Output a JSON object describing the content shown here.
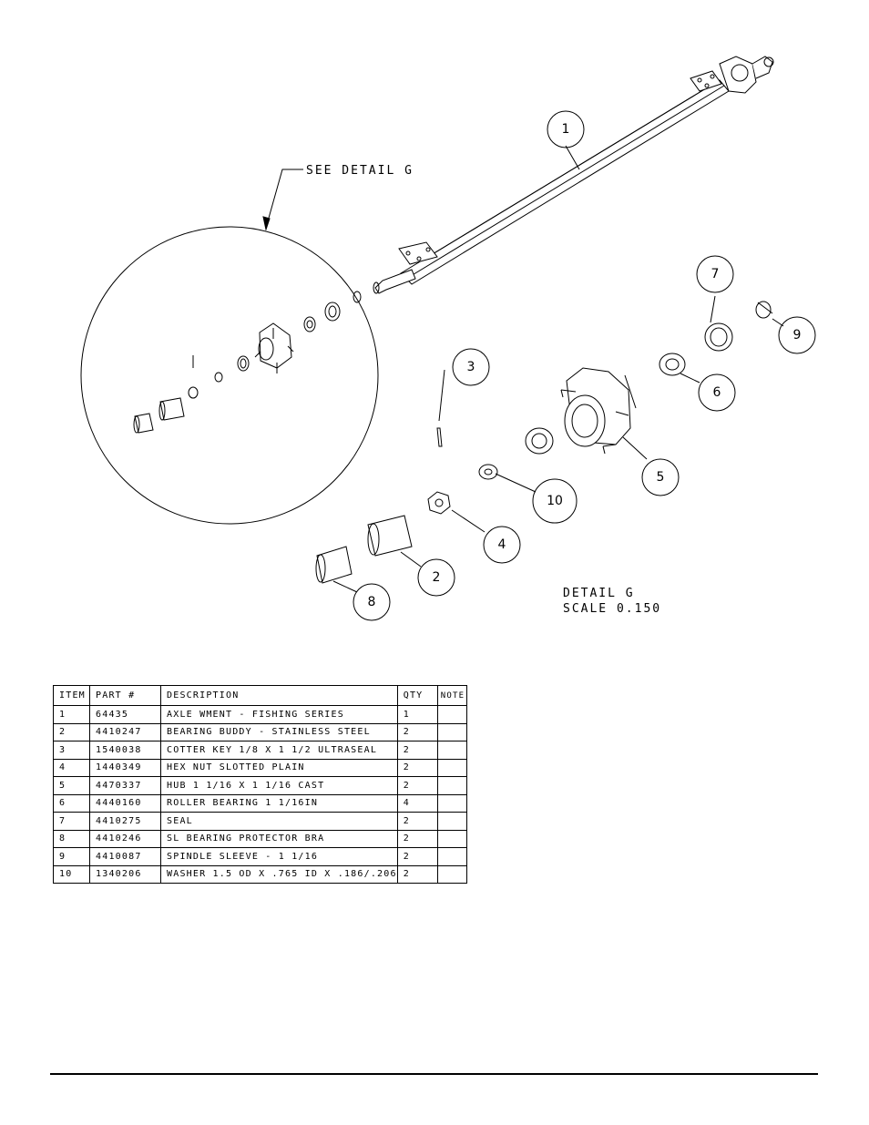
{
  "detail_reference": {
    "see_detail_label": "SEE DETAIL G",
    "detail_title": "DETAIL G",
    "detail_scale": "SCALE 0.150"
  },
  "balloons": [
    "1",
    "2",
    "3",
    "4",
    "5",
    "6",
    "7",
    "8",
    "9",
    "10"
  ],
  "bom": {
    "headers": {
      "item": "ITEM",
      "part": "PART #",
      "description": "DESCRIPTION",
      "qty": "QTY",
      "note": "NOTE"
    },
    "rows": [
      {
        "item": "1",
        "part": "64435",
        "description": "AXLE WMENT - FISHING SERIES",
        "qty": "1",
        "note": ""
      },
      {
        "item": "2",
        "part": "4410247",
        "description": "BEARING BUDDY - STAINLESS STEEL",
        "qty": "2",
        "note": ""
      },
      {
        "item": "3",
        "part": "1540038",
        "description": "COTTER KEY 1/8 X 1 1/2 ULTRASEAL",
        "qty": "2",
        "note": ""
      },
      {
        "item": "4",
        "part": "1440349",
        "description": "HEX NUT SLOTTED PLAIN",
        "qty": "2",
        "note": ""
      },
      {
        "item": "5",
        "part": "4470337",
        "description": "HUB 1 1/16 X 1 1/16 CAST",
        "qty": "2",
        "note": ""
      },
      {
        "item": "6",
        "part": "4440160",
        "description": "ROLLER BEARING 1 1/16IN",
        "qty": "4",
        "note": ""
      },
      {
        "item": "7",
        "part": "4410275",
        "description": "SEAL",
        "qty": "2",
        "note": ""
      },
      {
        "item": "8",
        "part": "4410246",
        "description": "SL BEARING PROTECTOR BRA",
        "qty": "2",
        "note": ""
      },
      {
        "item": "9",
        "part": "4410087",
        "description": "SPINDLE SLEEVE - 1 1/16",
        "qty": "2",
        "note": ""
      },
      {
        "item": "10",
        "part": "1340206",
        "description": "WASHER 1.5 OD X .765 ID X .186/.206",
        "qty": "2",
        "note": ""
      }
    ]
  }
}
